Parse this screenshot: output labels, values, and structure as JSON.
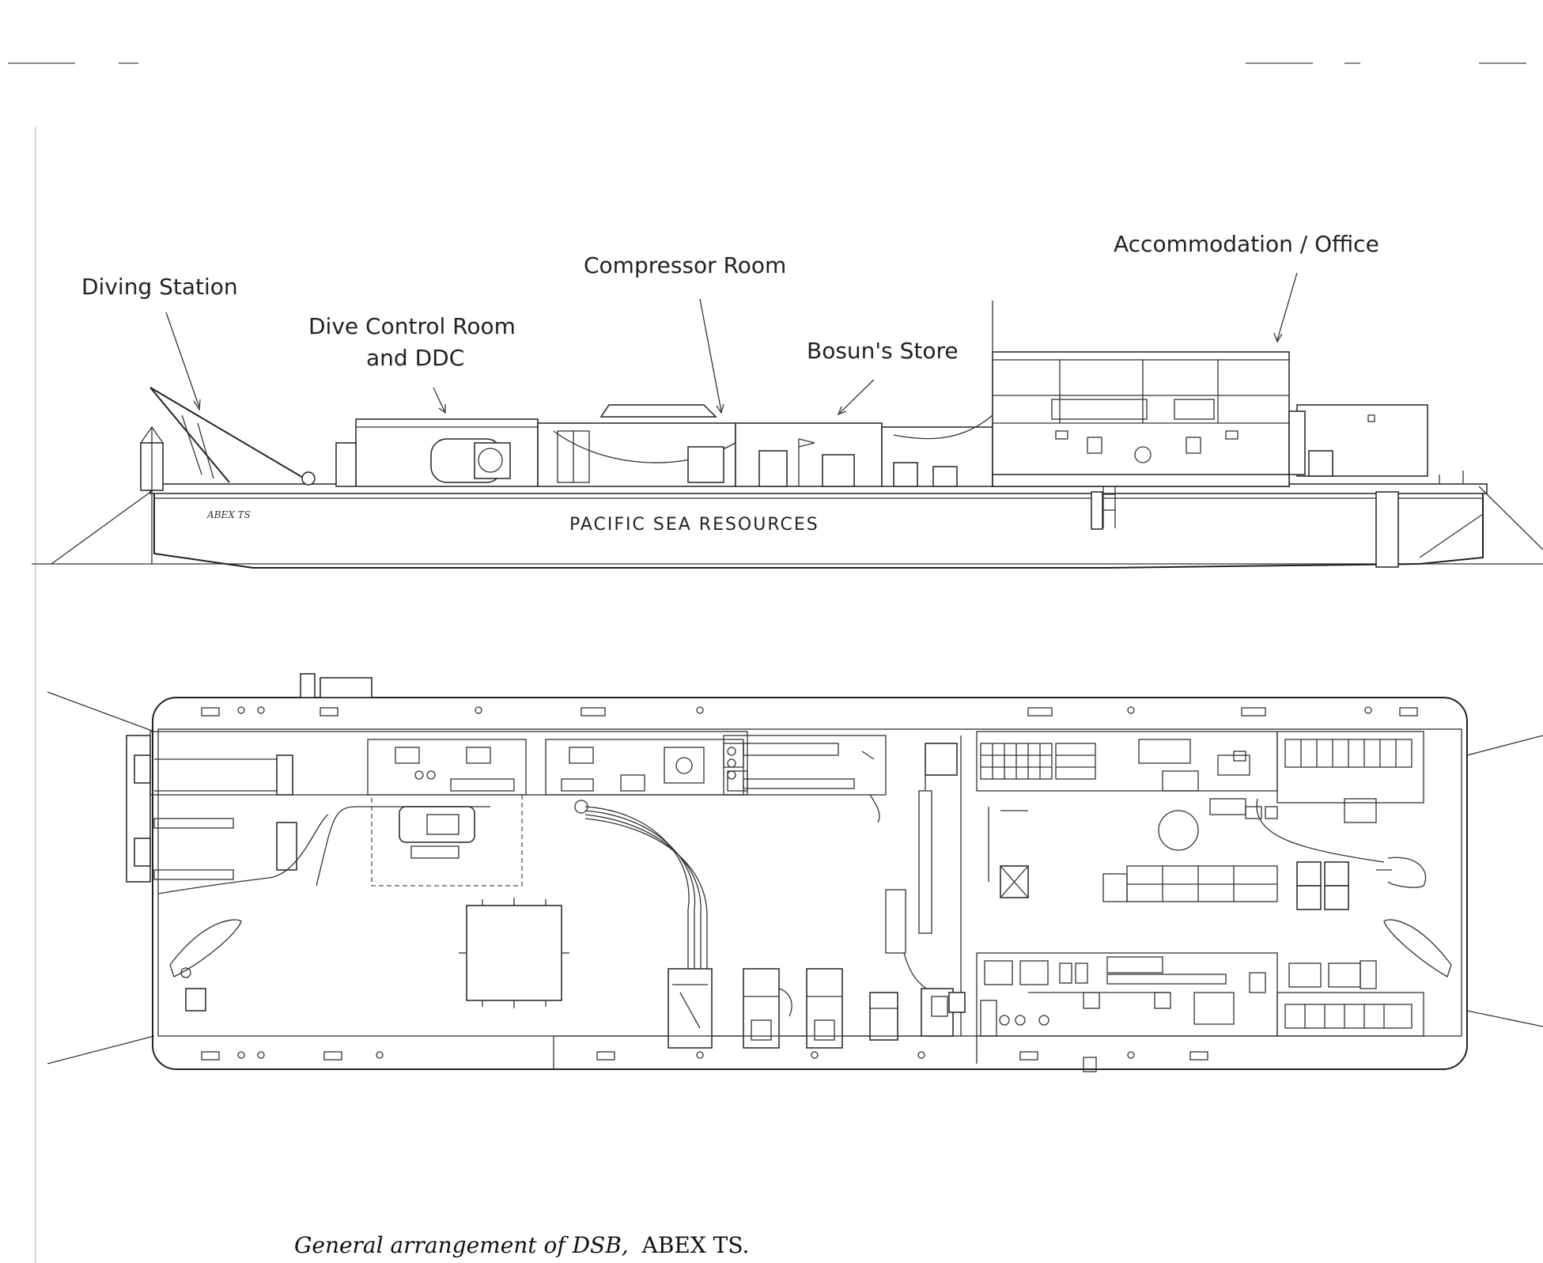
{
  "labels": {
    "diving_station": "Diving Station",
    "dive_control_line1": "Dive Control Room",
    "dive_control_line2": "and DDC",
    "compressor_room": "Compressor Room",
    "bosuns_store": "Bosun's Store",
    "accommodation": "Accommodation / Office"
  },
  "hull": {
    "owner_text": "PACIFIC SEA RESOURCES",
    "vessel_name": "ABEX TS"
  },
  "caption": {
    "text": "General arrangement of DSB,",
    "vessel": "ABEX TS."
  }
}
